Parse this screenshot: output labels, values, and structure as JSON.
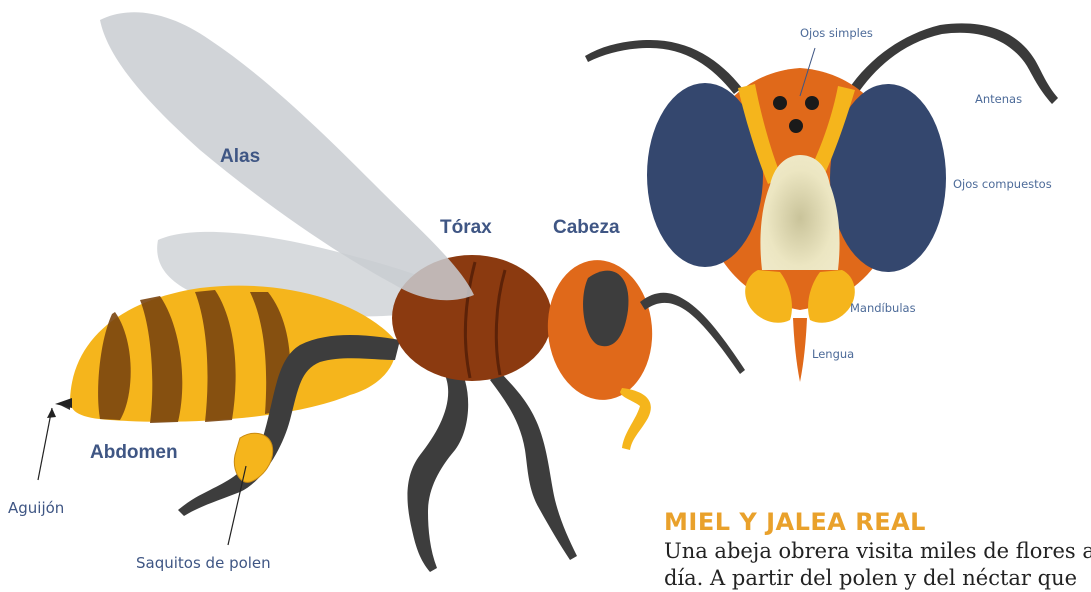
{
  "labels": {
    "alas": "Alas",
    "torax": "Tórax",
    "cabeza": "Cabeza",
    "abdomen": "Abdomen",
    "aguijon": "Aguijón",
    "saquitos": "Saquitos de polen",
    "ojos_simples": "Ojos simples",
    "antenas": "Antenas",
    "ojos_compuestos": "Ojos compuestos",
    "mandibulas": "Mandíbulas",
    "lengua": "Lengua"
  },
  "section": {
    "heading": "MIEL Y JALEA REAL",
    "body": "Una abeja obrera visita miles de flores al día. A partir del polen y del néctar que"
  },
  "colors": {
    "label_blue": "#3f5684",
    "heading_orange": "#e9a12b",
    "thorax_brown": "#8b3a10",
    "head_orange": "#e0691a",
    "abdomen_yellow": "#f5b51c",
    "leg_dark": "#3d3d3d",
    "eye_blue": "#34476e"
  }
}
